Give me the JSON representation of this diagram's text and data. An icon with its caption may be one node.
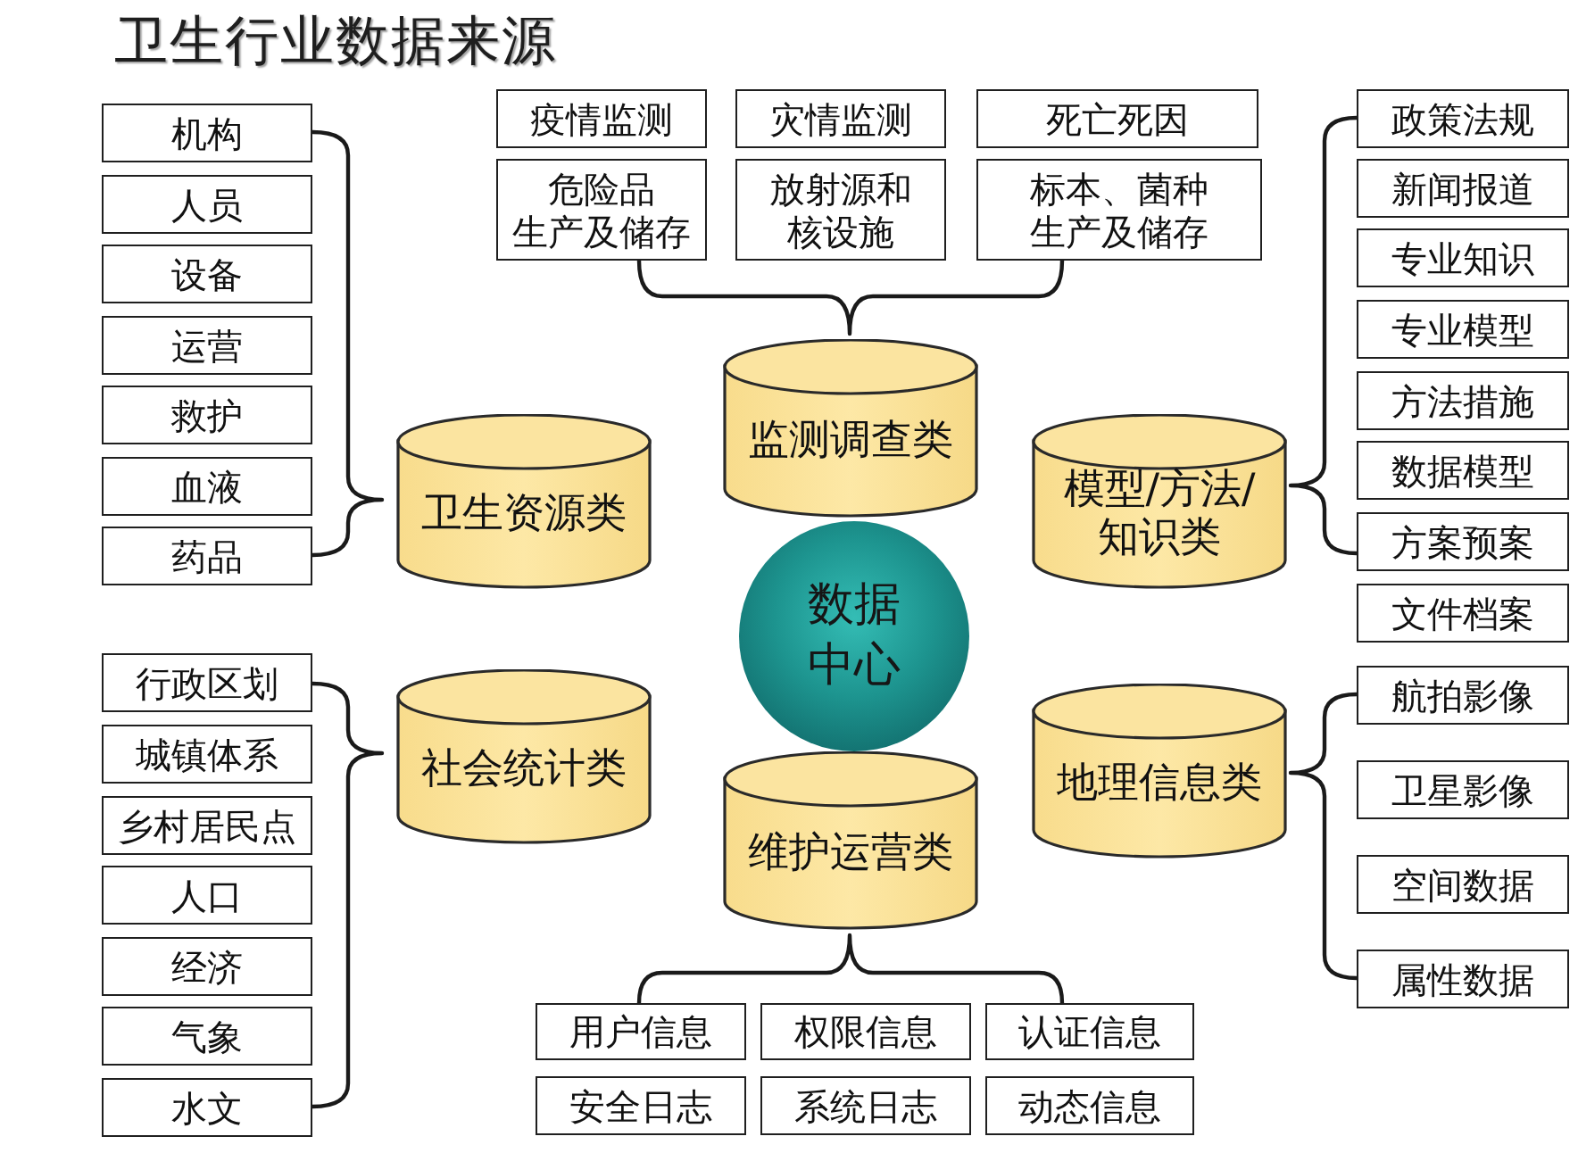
{
  "diagram": {
    "title": "卫生行业数据来源",
    "nodes": [
      {
        "text": [
          "机构"
        ]
      },
      {
        "text": [
          "人员"
        ]
      },
      {
        "text": [
          "设备"
        ]
      },
      {
        "text": [
          "运营"
        ]
      },
      {
        "text": [
          "救护"
        ]
      },
      {
        "text": [
          "血液"
        ]
      },
      {
        "text": [
          "药品"
        ]
      },
      {
        "text": [
          "疫情监测"
        ]
      },
      {
        "text": [
          "灾情监测"
        ]
      },
      {
        "text": [
          "死亡死因"
        ]
      },
      {
        "text": [
          "危险品生产及储存"
        ]
      },
      {
        "text": [
          "放射源和核设施"
        ]
      },
      {
        "text": [
          "标本、菌种生产及储存"
        ]
      },
      {
        "text": [
          "政策法规"
        ]
      },
      {
        "text": [
          "新闻报道"
        ]
      },
      {
        "text": [
          "专业知识"
        ]
      },
      {
        "text": [
          "专业模型"
        ]
      },
      {
        "text": [
          "方法措施"
        ]
      },
      {
        "text": [
          "数据模型"
        ]
      },
      {
        "text": [
          "方案预案"
        ]
      },
      {
        "text": [
          "文件档案"
        ]
      },
      {
        "text": [
          "监测调查类"
        ]
      },
      {
        "text": [
          "卫生资源类"
        ]
      },
      {
        "text": [
          "模型/方法/知识类"
        ]
      },
      {
        "text": [
          "数据中心"
        ]
      },
      {
        "text": [
          "社会统计类"
        ]
      },
      {
        "text": [
          "地理信息类"
        ]
      },
      {
        "text": [
          "维护运营类"
        ]
      },
      {
        "text": [
          "行政区划"
        ]
      },
      {
        "text": [
          "城镇体系"
        ]
      },
      {
        "text": [
          "乡村居民点"
        ]
      },
      {
        "text": [
          "人口"
        ]
      },
      {
        "text": [
          "经济"
        ]
      },
      {
        "text": [
          "气象"
        ]
      },
      {
        "text": [
          "水文"
        ]
      },
      {
        "text": [
          "航拍影像"
        ]
      },
      {
        "text": [
          "卫星影像"
        ]
      },
      {
        "text": [
          "空间数据"
        ]
      },
      {
        "text": [
          "属性数据"
        ]
      },
      {
        "text": [
          "用户信息"
        ]
      },
      {
        "text": [
          "权限信息"
        ]
      },
      {
        "text": [
          "认证信息"
        ]
      },
      {
        "text": [
          "安全日志"
        ]
      },
      {
        "text": [
          "系统日志"
        ]
      },
      {
        "text": [
          "动态信息"
        ]
      }
    ]
  }
}
